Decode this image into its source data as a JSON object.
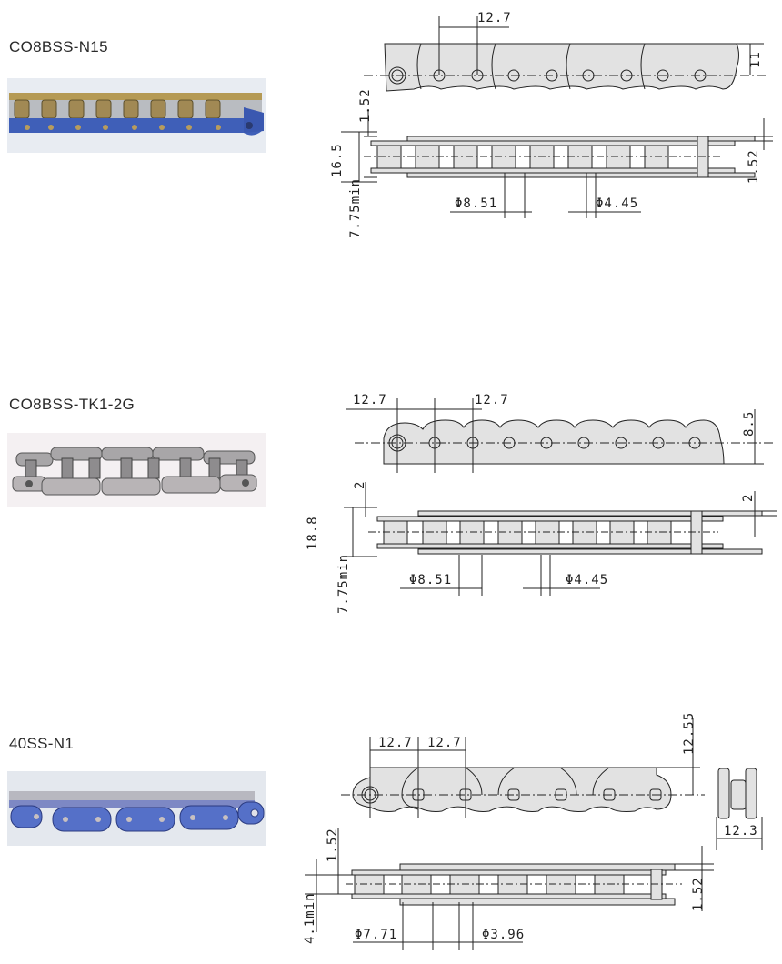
{
  "products": [
    {
      "name": "CO8BSS-N15",
      "photo": {
        "description": "gold-colored roller chain with blue side plates",
        "plate_color": "#3f5fb8",
        "roller_color": "#c8a860",
        "background": "#e8ecf2"
      },
      "dimensions": {
        "pitch": "12.7",
        "plate_height": "11",
        "plate_thickness_top": "1.52",
        "plate_thickness_right": "1.52",
        "overall_width": "16.5",
        "inner_width": "7.75min",
        "roller_diameter": "Φ8.51",
        "pin_diameter": "Φ4.45"
      }
    },
    {
      "name": "CO8BSS-TK1-2G",
      "photo": {
        "description": "stainless roller chain with bent attachment tabs",
        "plate_color": "#a8a6a8",
        "roller_color": "#9c9a9c",
        "background": "#f4f0f2"
      },
      "dimensions": {
        "pitch_left": "12.7",
        "pitch_right": "12.7",
        "plate_height": "8.5",
        "plate_thickness_left": "2",
        "plate_thickness_right": "2",
        "overall_width": "18.8",
        "inner_width": "7.75min",
        "roller_diameter": "Φ8.51",
        "pin_diameter": "Φ4.45"
      }
    },
    {
      "name": "40SS-N1",
      "photo": {
        "description": "stainless roller chain with blue-tinted side plates",
        "plate_color": "#5570c8",
        "roller_color": "#b8b8c0",
        "background": "#e4e8ee"
      },
      "dimensions": {
        "pitch_left": "12.7",
        "pitch_right": "12.7",
        "plate_height": "12.55",
        "end_view_width": "12.3",
        "plate_thickness_left": "1.52",
        "plate_thickness_right": "1.52",
        "inner_width": "4.1min",
        "roller_diameter": "Φ7.71",
        "pin_diameter": "Φ3.96"
      }
    }
  ],
  "colors": {
    "drawing_fill": "#e2e2e2",
    "drawing_line": "#222222"
  }
}
